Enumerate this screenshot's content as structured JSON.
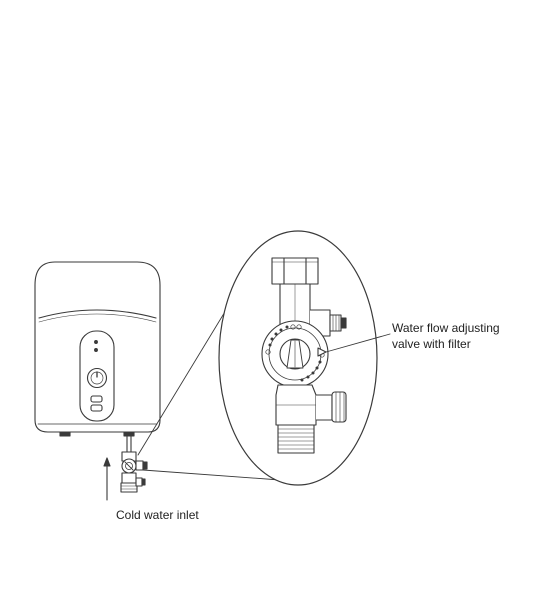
{
  "labels": {
    "valve_line_1": "Water flow adjusting",
    "valve_line_2": "valve with filter",
    "inlet": "Cold water inlet"
  },
  "colors": {
    "stroke": "#3a3a3a",
    "fill": "#ffffff",
    "text": "#222222"
  },
  "icons": {
    "heater": "water-heater-icon",
    "valve": "flow-valve-icon",
    "arrow": "arrow-up-icon"
  }
}
